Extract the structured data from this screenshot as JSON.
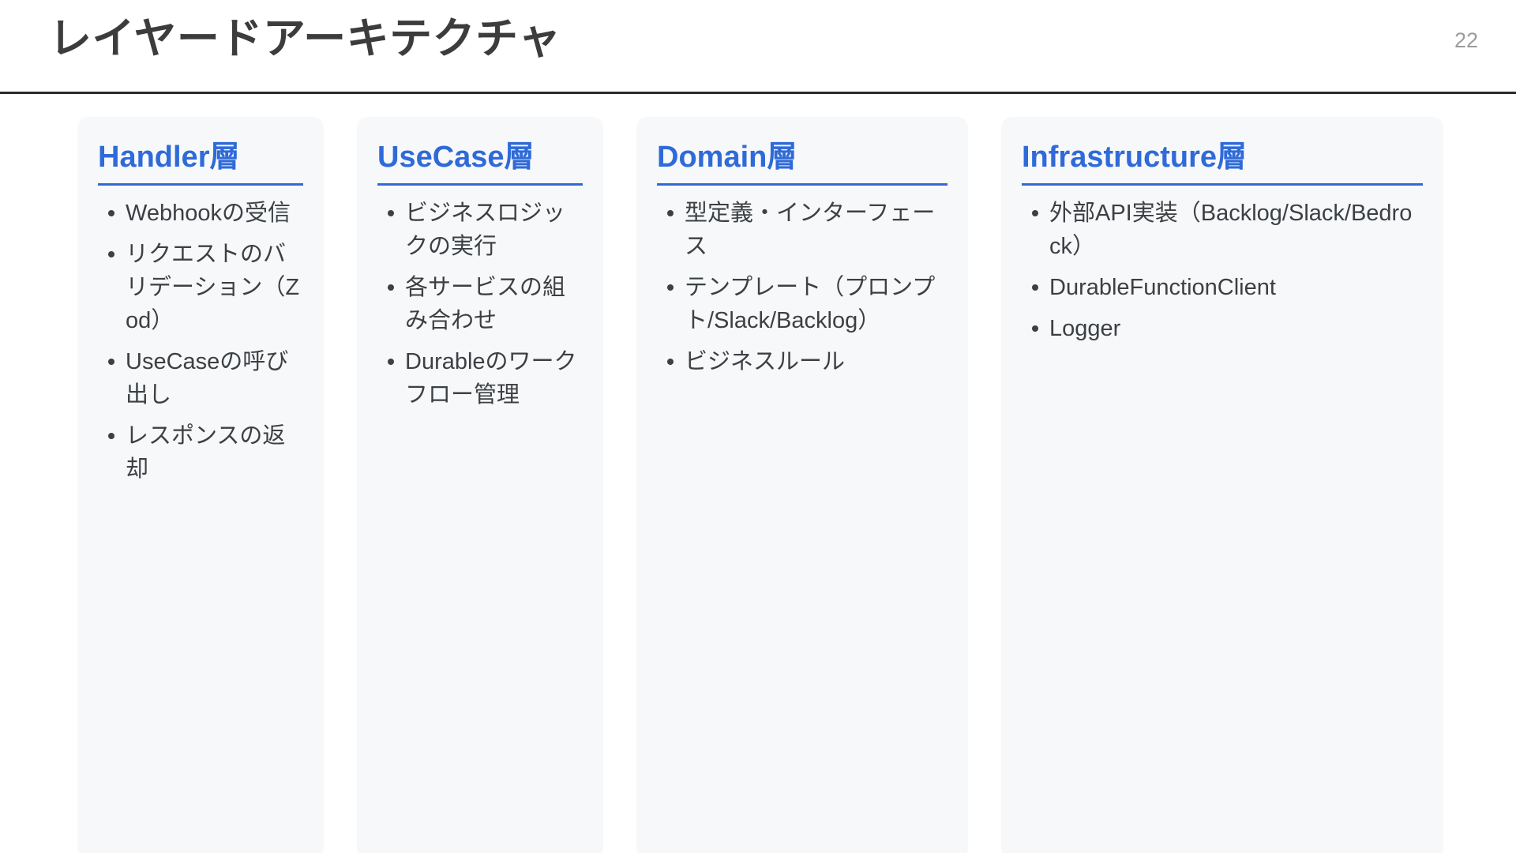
{
  "header": {
    "title": "レイヤードアーキテクチャ",
    "page_number": "22",
    "rule_color": "#2b2b2b"
  },
  "theme": {
    "accent": "#2f6ad9",
    "card_background": "#f7f8fa",
    "body_text": "#3c4043",
    "title_text": "#3c3c3c",
    "page_number_text": "#9b9b9b"
  },
  "cards": [
    {
      "title": "Handler層",
      "items": [
        "Webhookの受信",
        "リクエストのバリデーション（Zod）",
        "UseCaseの呼び出し",
        "レスポンスの返却"
      ]
    },
    {
      "title": "UseCase層",
      "items": [
        "ビジネスロジックの実行",
        "各サービスの組み合わせ",
        "Durableのワークフロー管理"
      ]
    },
    {
      "title": "Domain層",
      "items": [
        "型定義・インターフェース",
        "テンプレート（プロンプト/Slack/Backlog）",
        "ビジネスルール"
      ]
    },
    {
      "title": "Infrastructure層",
      "items": [
        "外部API実装（Backlog/Slack/Bedrock）",
        "DurableFunctionClient",
        "Logger"
      ]
    }
  ]
}
